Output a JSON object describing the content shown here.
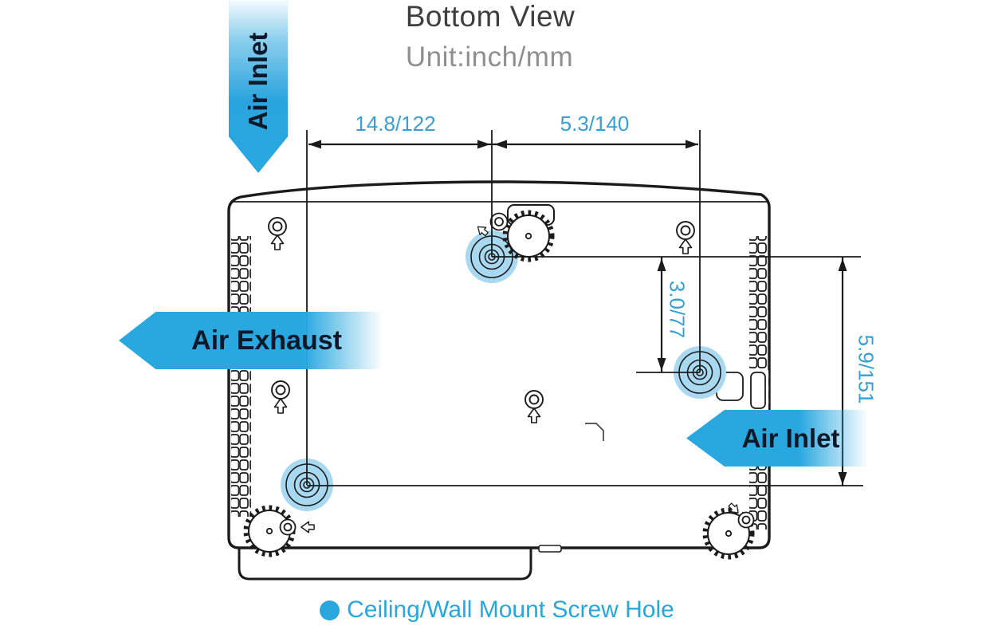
{
  "header": {
    "title": "Bottom View",
    "subtitle": "Unit:inch/mm"
  },
  "labels": {
    "air_inlet_top": "Air Inlet",
    "air_exhaust": "Air Exhaust",
    "air_inlet_right": "Air Inlet"
  },
  "dimensions": {
    "top_left_width": "14.8/122",
    "top_right_width": "5.3/140",
    "inner_vertical": "3.0/77",
    "outer_vertical": "5.9/151"
  },
  "legend": {
    "label": "Ceiling/Wall Mount Screw Hole"
  },
  "colors": {
    "accent_blue": "#29A8E0",
    "dimension_blue": "#379FD2",
    "legend_blue": "#29A6DC",
    "banner_text": "#0D1828",
    "mount_hole_highlight": "#A9D9F0",
    "line_black": "#1B1B1B",
    "title_gray": "#3E3E3E",
    "subtitle_gray": "#8F8F8F"
  }
}
